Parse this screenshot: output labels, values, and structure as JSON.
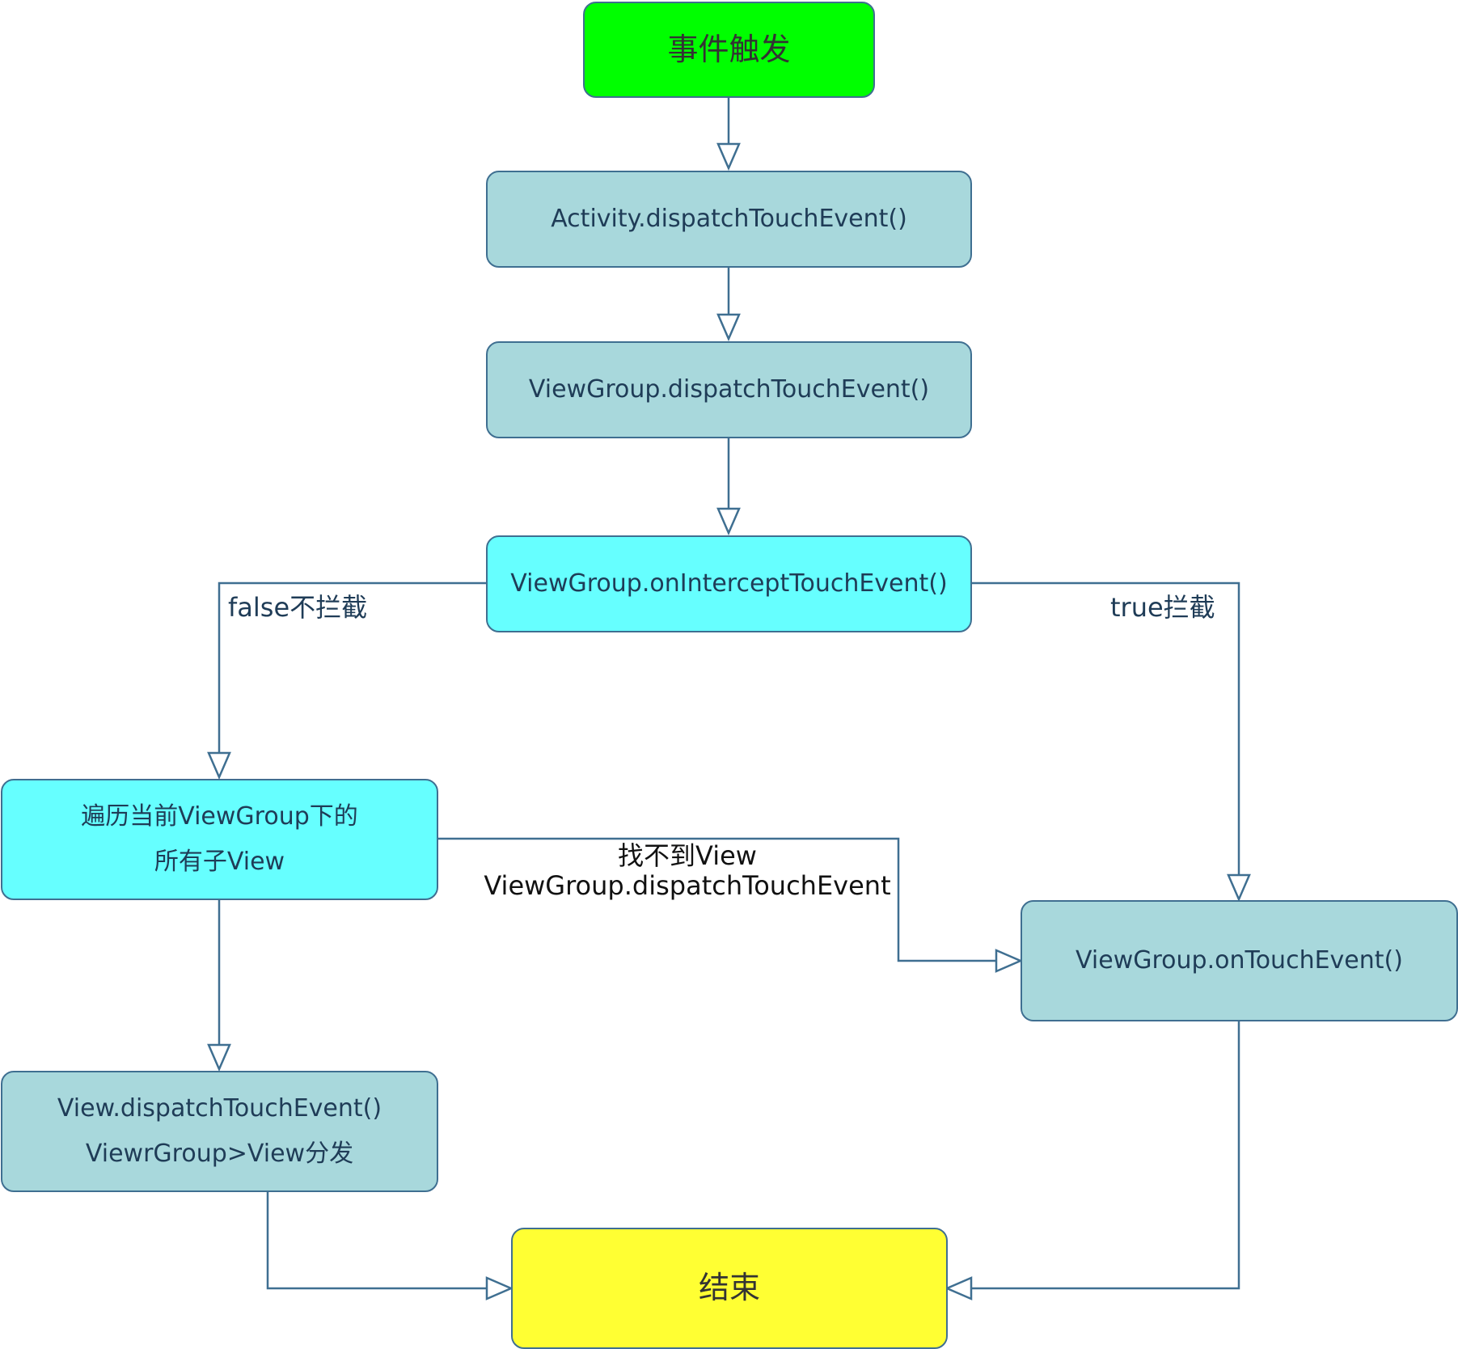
{
  "colors": {
    "start": "#00ff00",
    "process": "#a8d8dc",
    "decision": "#66ffff",
    "end": "#ffff33",
    "stroke": "#3f6f91"
  },
  "nodes": {
    "start": "事件触发",
    "activity_dispatch": "Activity.dispatchTouchEvent()",
    "viewgroup_dispatch": "ViewGroup.dispatchTouchEvent()",
    "intercept": "ViewGroup.onInterceptTouchEvent()",
    "traverse_line1": "遍历当前ViewGroup下的",
    "traverse_line2": "所有子View",
    "view_dispatch_line1": "View.dispatchTouchEvent()",
    "view_dispatch_line2": "ViewrGroup>View分发",
    "viewgroup_touch": "ViewGroup.onTouchEvent()",
    "end": "结束"
  },
  "edge_labels": {
    "false_branch": "false不拦截",
    "true_branch": "true拦截",
    "not_found_line1": "找不到View",
    "not_found_line2": "ViewGroup.dispatchTouchEvent"
  }
}
